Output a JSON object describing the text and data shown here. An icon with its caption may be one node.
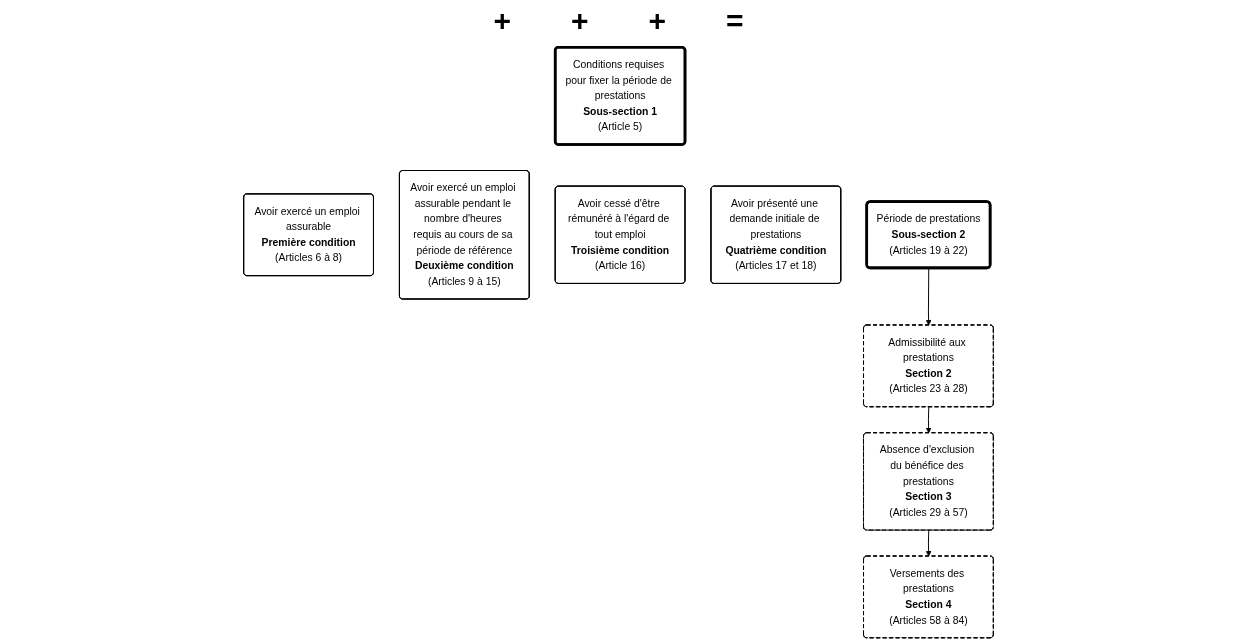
{
  "diagram": {
    "nodes": [
      {
        "text": [
          "Conditions requises pour fixer la période de prestations",
          "Sous-section 1",
          "(Article 5)"
        ]
      },
      {
        "text": [
          "Avoir exercé un emploi assurable",
          "Première condition",
          "(Articles 6 à 8)"
        ]
      },
      {
        "text": [
          "Avoir exercé un emploi assurable pendant le nombre d'heures requis au cours de sa période de référence",
          "Deuxième condition",
          "(Articles 9 à 15)"
        ]
      },
      {
        "text": [
          "Avoir cessé d'être rémunéré à l'égard de tout emploi",
          "Troisième condition",
          "(Article 16)"
        ]
      },
      {
        "text": [
          "Avoir présenté une demande initiale de prestations",
          "Quatrième condition",
          "(Articles 17 et 18)"
        ]
      },
      {
        "text": [
          "Période de prestations",
          "Sous-section 2",
          "(Articles 19 à 22)"
        ]
      },
      {
        "text": [
          "Admissibilité aux prestations",
          "Section 2",
          "(Articles 23 à 28)"
        ]
      },
      {
        "text": [
          "Absence d'exclusion du bénéfice des prestations",
          "Section 3",
          "(Articles 29 à 57)"
        ]
      },
      {
        "text": [
          "Versements des prestations",
          "Section 4",
          "(Articles 58 à 84)"
        ]
      }
    ],
    "edges": [
      {
        "from": 5,
        "to": 6,
        "arrow": "to"
      },
      {
        "from": 6,
        "to": 7,
        "arrow": "to"
      },
      {
        "from": 7,
        "to": 8,
        "arrow": "to"
      }
    ],
    "labels": [
      "+",
      "+",
      "+",
      "="
    ]
  }
}
